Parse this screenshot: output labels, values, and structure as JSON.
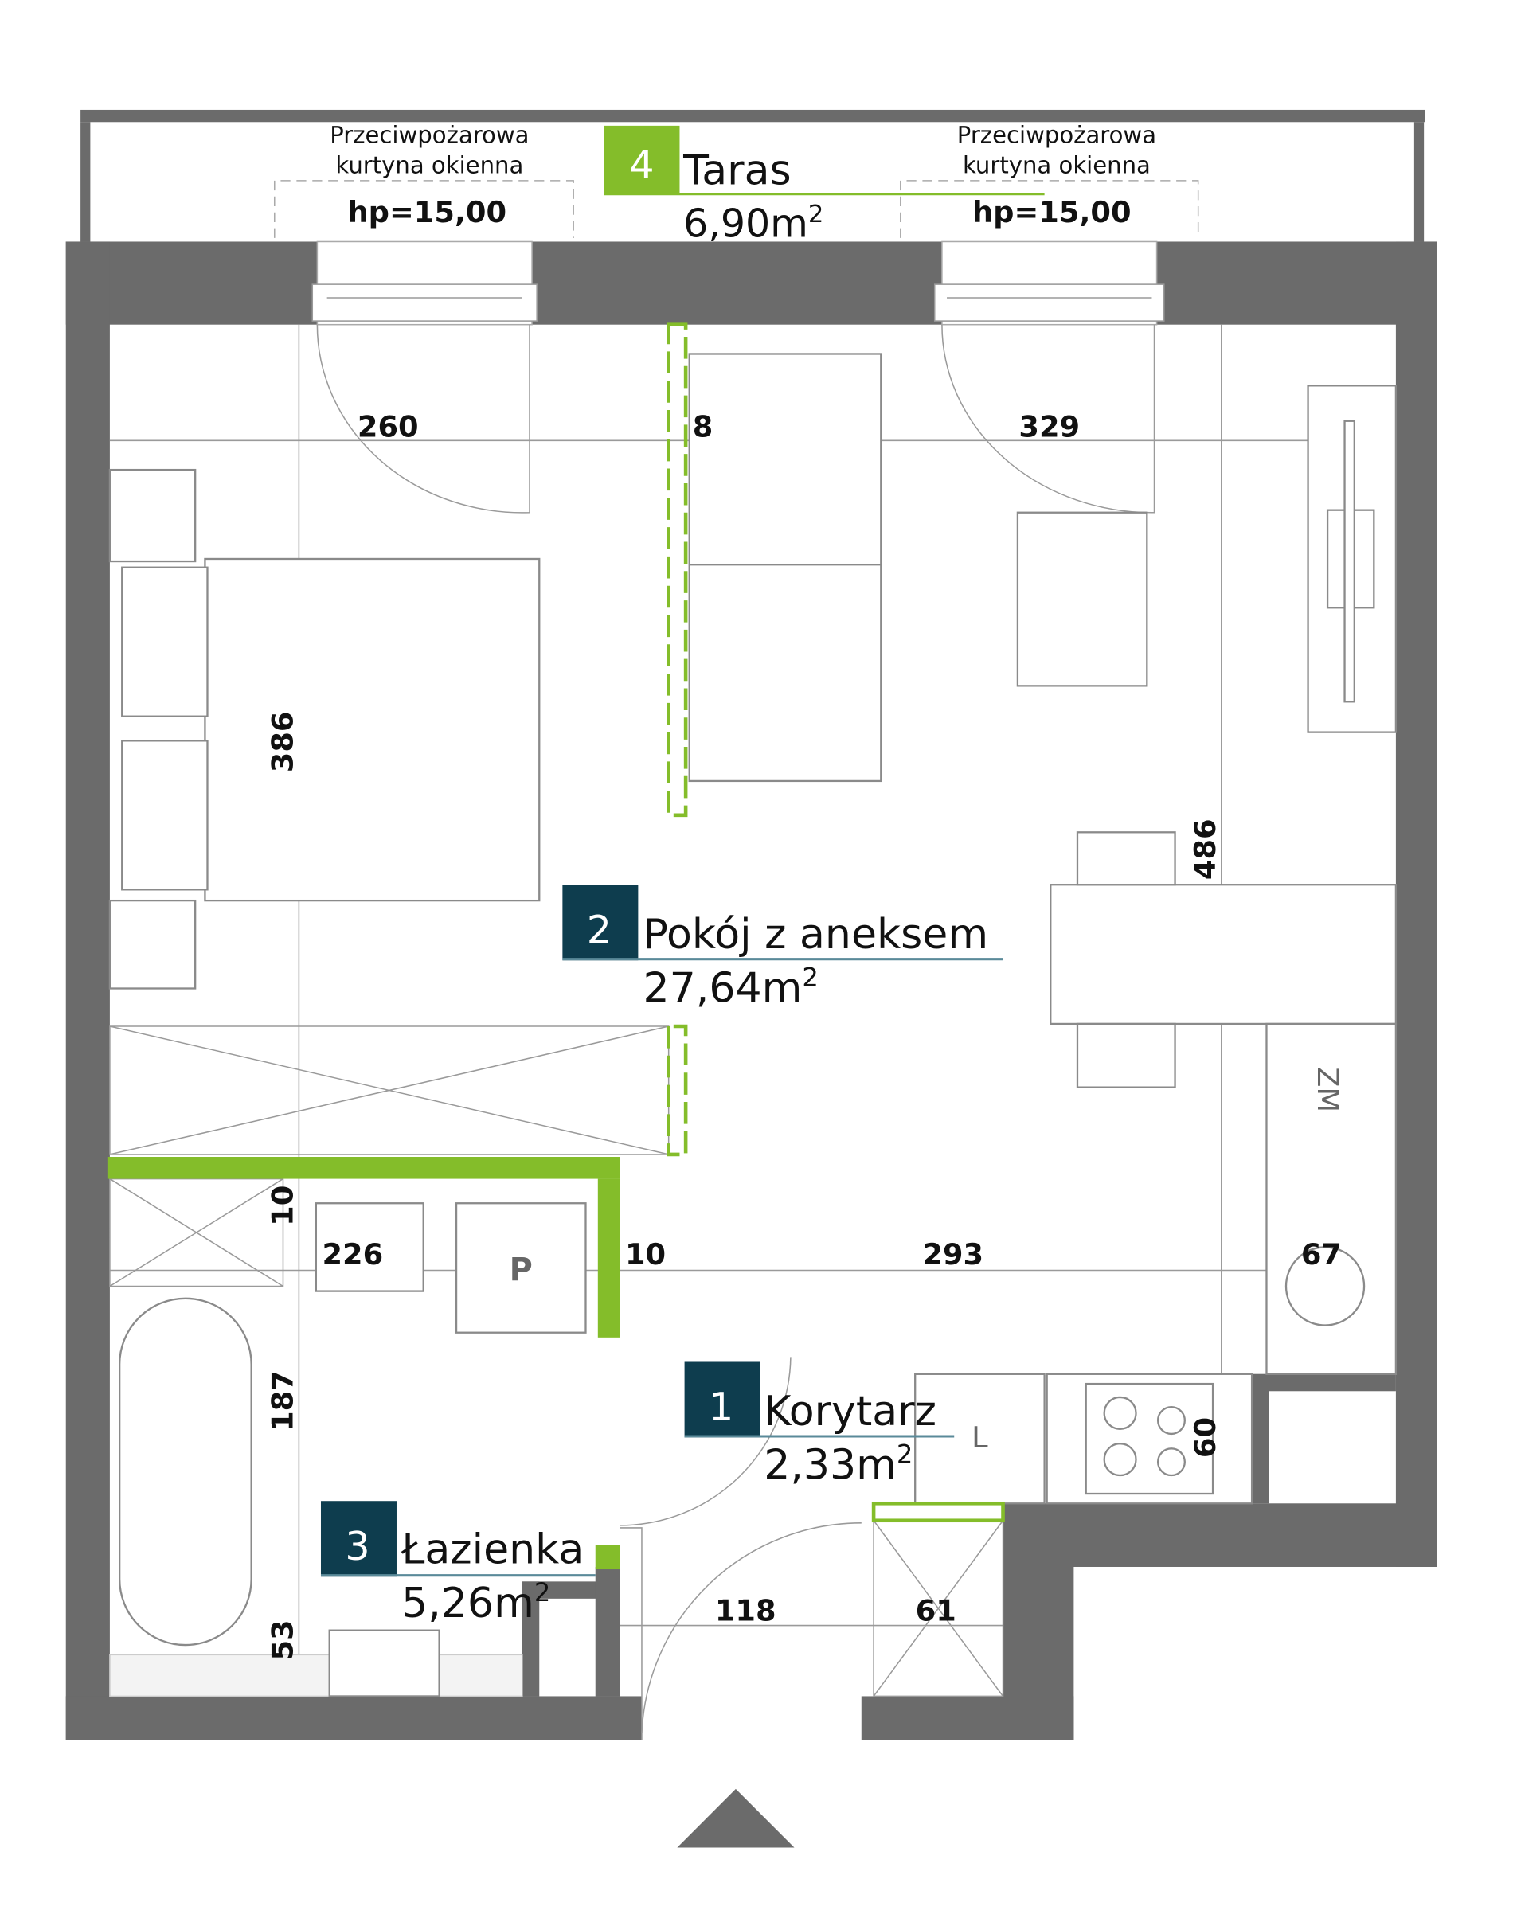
{
  "colors": {
    "wall": "#6b6b6b",
    "accent_green": "#84bd2a",
    "room_badge": "#0e3d4e"
  },
  "terrace": {
    "number": "4",
    "name": "Taras",
    "area": "6,90m",
    "sup": "2"
  },
  "curtain_left": {
    "line1": "Przeciwpożarowa",
    "line2": "kurtyna okienna",
    "hp": "hp=15,00"
  },
  "curtain_right": {
    "line1": "Przeciwpożarowa",
    "line2": "kurtyna okienna",
    "hp": "hp=15,00"
  },
  "rooms": [
    {
      "number": "1",
      "name": "Korytarz",
      "area": "2,33m",
      "sup": "2"
    },
    {
      "number": "2",
      "name": "Pokój z aneksem",
      "area": "27,64m",
      "sup": "2"
    },
    {
      "number": "3",
      "name": "Łazienka",
      "area": "5,26m",
      "sup": "2"
    }
  ],
  "dimensions": {
    "d260": "260",
    "d8": "8",
    "d329": "329",
    "d386": "386",
    "d486": "486",
    "d10a": "10",
    "d226": "226",
    "d10b": "10",
    "d293": "293",
    "d67": "67",
    "d187": "187",
    "d60": "60",
    "d53": "53",
    "d118": "118",
    "d61": "61"
  },
  "appliances": {
    "fridge": "ZM",
    "washer": "P",
    "cabinet": "L"
  },
  "entrance_icon": "triangle-up-icon"
}
